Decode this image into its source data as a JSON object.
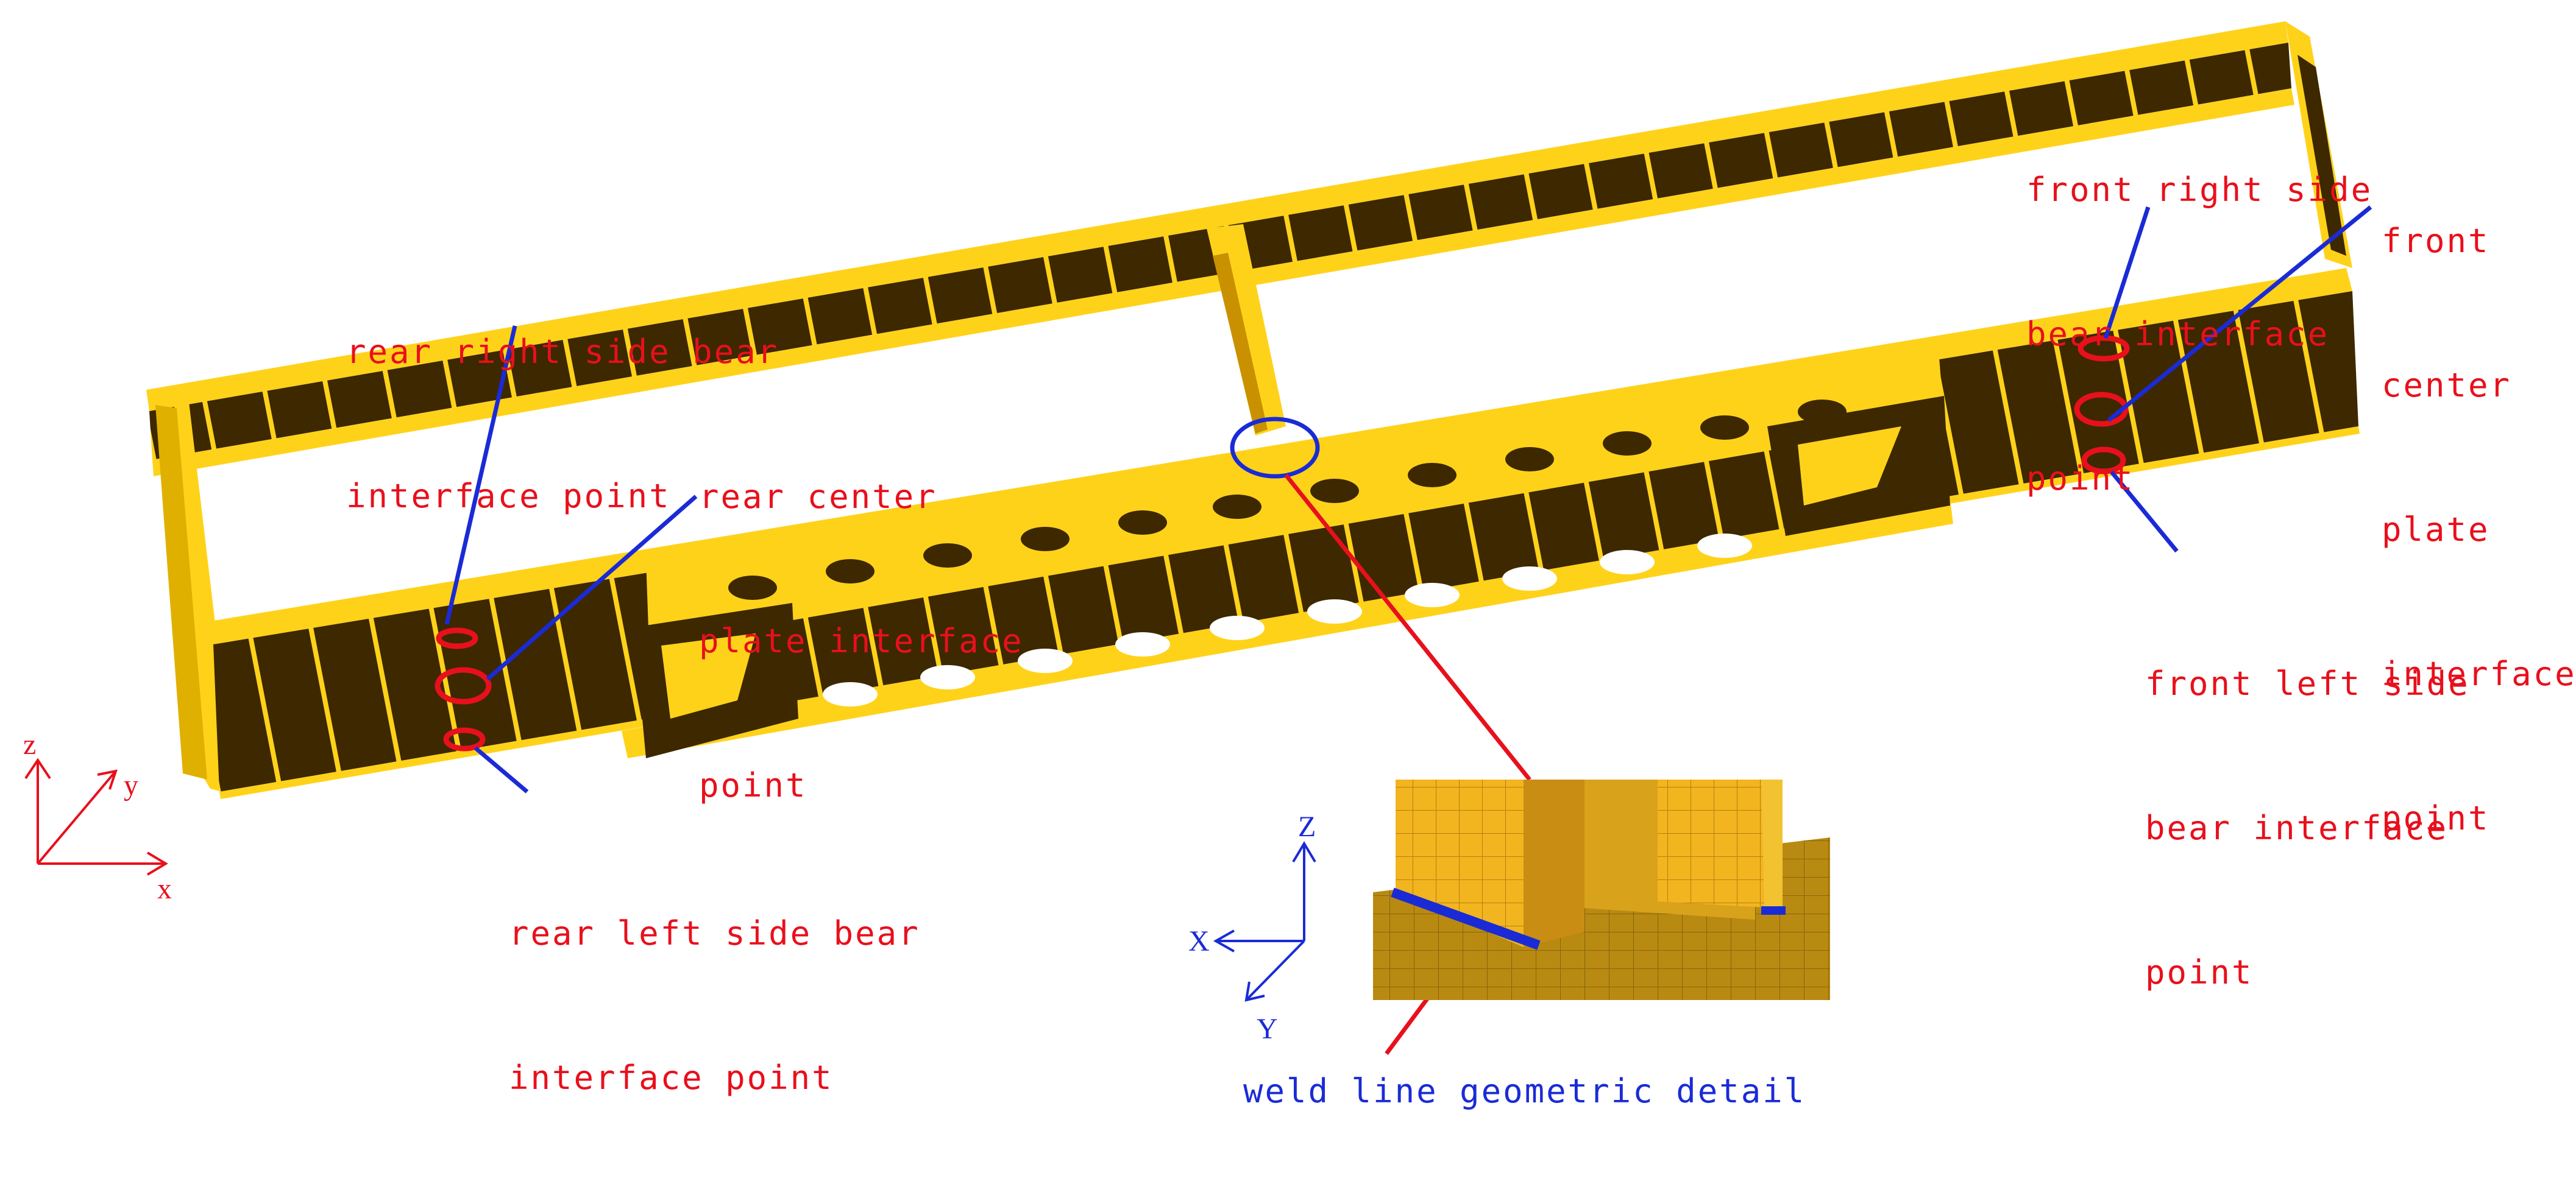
{
  "colors": {
    "frame_yellow": "#ffd21a",
    "frame_dark": "#3d2800",
    "callout_red": "#e8101c",
    "leader_blue": "#1a2bd6",
    "inset_tan": "#b8860b"
  },
  "labels": {
    "rear_right_side": [
      "rear right side bear",
      "interface point"
    ],
    "rear_center": [
      "rear center",
      "plate interface",
      "point"
    ],
    "rear_left_side": [
      "rear left side bear",
      "interface point"
    ],
    "front_right_side": [
      "front right side",
      "bear interface",
      "point"
    ],
    "front_center": [
      "front",
      "center",
      "plate",
      "interface",
      "point"
    ],
    "front_left_side": [
      "front left side",
      "bear interface",
      "point"
    ],
    "weld_line": "weld line geometric detail"
  },
  "main_axes": {
    "z": "z",
    "y": "y",
    "x": "x"
  },
  "inset_axes": {
    "z": "Z",
    "x": "X",
    "y": "Y"
  }
}
